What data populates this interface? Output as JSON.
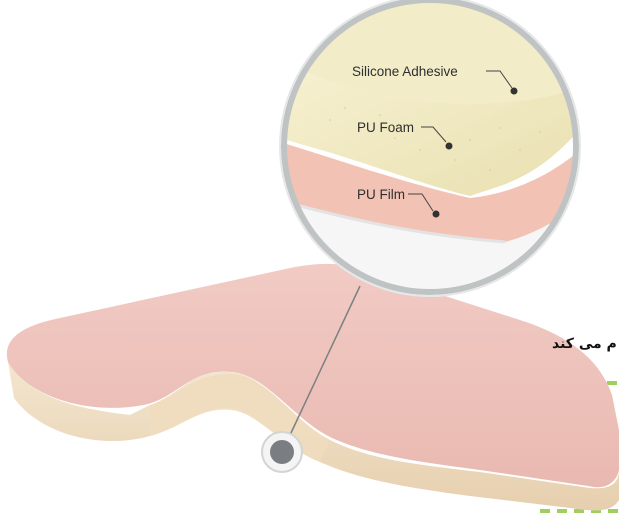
{
  "diagram": {
    "layers": [
      {
        "label": "Silicone Adhesive",
        "color": "#f1ecc4"
      },
      {
        "label": "PU Foam",
        "color": "#efe7bf"
      },
      {
        "label": "PU Film",
        "color": "#f3c4b7"
      }
    ],
    "dressing_color": "#eec2bb",
    "foam_edge_color": "#efdcbe",
    "callout_ring_color": "#bfc3c4",
    "accent_dash_color": "#9fcf62"
  },
  "side_text": "م می کند"
}
